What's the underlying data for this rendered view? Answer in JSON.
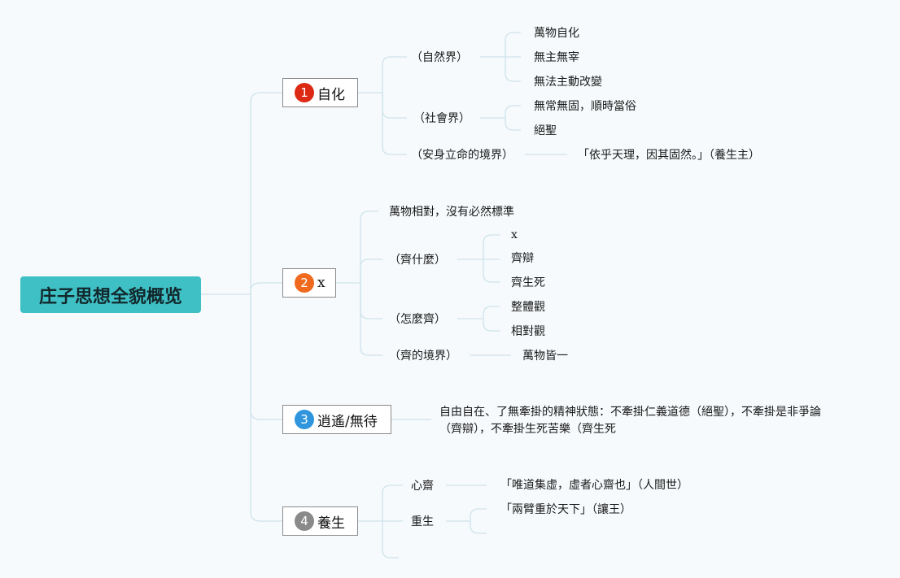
{
  "root": {
    "title": "庄子思想全貌概览"
  },
  "branches": [
    {
      "number": "1",
      "label": "自化",
      "color": "#dd2a14",
      "children": [
        {
          "label": "（自然界）",
          "children": [
            "萬物自化",
            "無主無宰",
            "無法主動改變"
          ]
        },
        {
          "label": "（社會界）",
          "children": [
            "無常無固，順時當俗",
            "絕聖"
          ]
        },
        {
          "label": "（安身立命的境界）",
          "children": [
            "「依乎天理，因其固然。」（養生主）"
          ]
        }
      ]
    },
    {
      "number": "2",
      "label": "x",
      "color": "#ef6a1f",
      "children": [
        {
          "label": "萬物相對，沒有必然標準",
          "children": []
        },
        {
          "label": "（齊什麼）",
          "children": [
            "x",
            "齊辯",
            "齊生死"
          ]
        },
        {
          "label": "（怎麼齊）",
          "children": [
            "整體觀",
            "相對觀"
          ]
        },
        {
          "label": "（齊的境界）",
          "children": [
            "萬物皆一"
          ]
        }
      ]
    },
    {
      "number": "3",
      "label": "逍遙/無待",
      "color": "#2f95dd",
      "children": [
        {
          "label": "自由自在、了無牽掛的精神狀態：不牽掛仁義道德（絕聖），不牽掛是非爭論（齊辯），不牽掛生死苦樂（齊生死",
          "children": []
        }
      ]
    },
    {
      "number": "4",
      "label": "養生",
      "color": "#8a8a8a",
      "children": [
        {
          "label": "心齋",
          "children": [
            "「唯道集虛，虛者心齋也」（人間世）"
          ]
        },
        {
          "label": "重生",
          "children": [
            "「兩臂重於天下」（讓王）",
            ""
          ]
        },
        {
          "label": "",
          "children": []
        }
      ]
    }
  ]
}
